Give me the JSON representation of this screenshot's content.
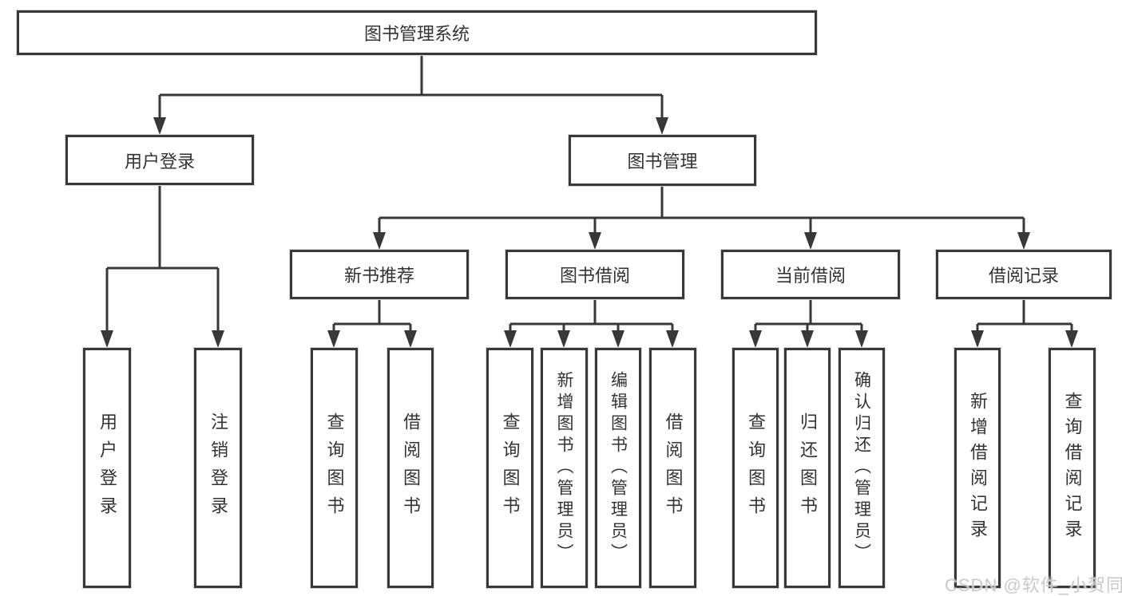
{
  "tree": {
    "root": {
      "label": "图书管理系统"
    },
    "branches": [
      {
        "label": "用户登录",
        "children": [
          {
            "label": "用户登录"
          },
          {
            "label": "注销登录"
          }
        ]
      },
      {
        "label": "图书管理",
        "children": [
          {
            "label": "新书推荐",
            "children": [
              {
                "label": "查询图书"
              },
              {
                "label": "借阅图书"
              }
            ]
          },
          {
            "label": "图书借阅",
            "children": [
              {
                "label": "查询图书"
              },
              {
                "label": "新增图书（管理员）"
              },
              {
                "label": "编辑图书（管理员）"
              },
              {
                "label": "借阅图书"
              }
            ]
          },
          {
            "label": "当前借阅",
            "children": [
              {
                "label": "查询图书"
              },
              {
                "label": "归还图书"
              },
              {
                "label": "确认归还（管理员）"
              }
            ]
          },
          {
            "label": "借阅记录",
            "children": [
              {
                "label": "新增借阅记录"
              },
              {
                "label": "查询借阅记录"
              }
            ]
          }
        ]
      }
    ]
  },
  "watermark": {
    "text": "CSDN @软件_小贺同学"
  },
  "colors": {
    "line": "#383838",
    "text": "#333333",
    "watermark": "#c9c9c9",
    "background": "#ffffff"
  }
}
